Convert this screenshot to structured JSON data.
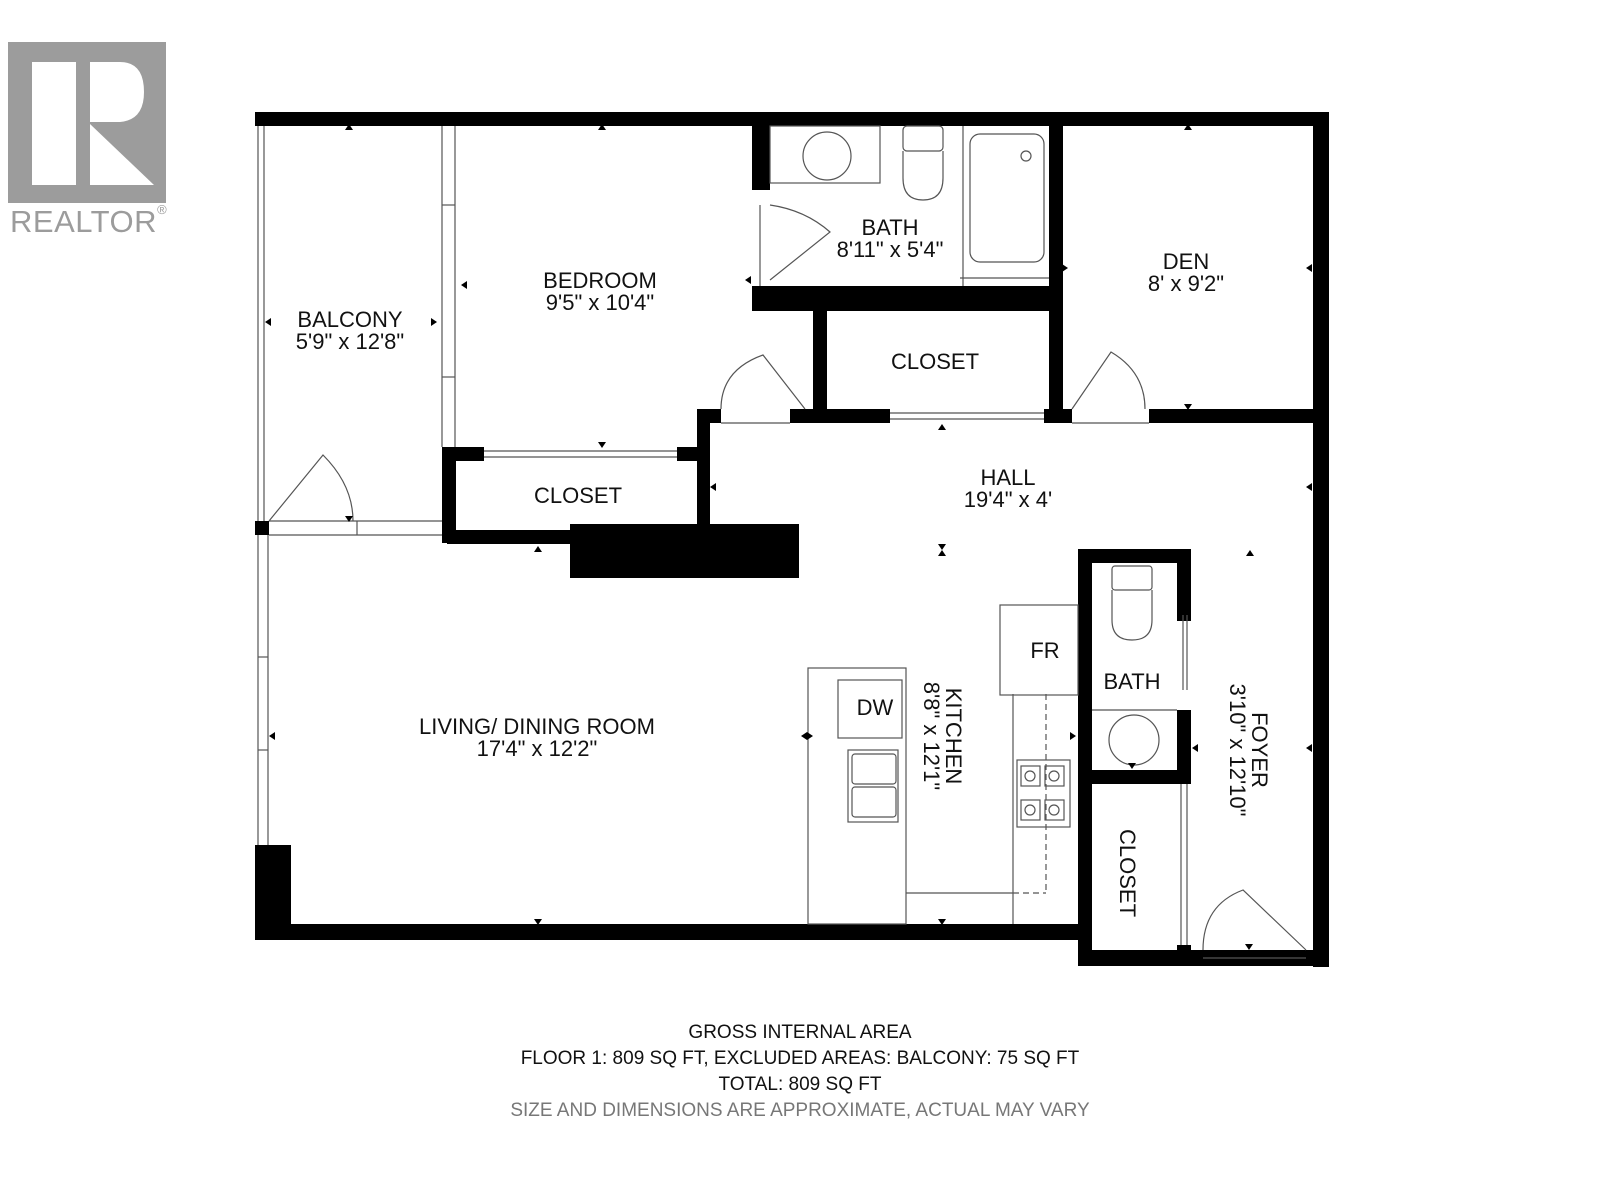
{
  "logo": {
    "brand": "REALTOR",
    "registered_mark": "®",
    "color": "#9c9c9c"
  },
  "rooms": [
    {
      "id": "balcony",
      "name": "BALCONY",
      "dimensions": "5'9\" x 12'8\""
    },
    {
      "id": "bedroom",
      "name": "BEDROOM",
      "dimensions": "9'5\" x 10'4\""
    },
    {
      "id": "bath_main",
      "name": "BATH",
      "dimensions": "8'11\" x 5'4\""
    },
    {
      "id": "den",
      "name": "DEN",
      "dimensions": "8' x 9'2\""
    },
    {
      "id": "closet_hall",
      "name": "CLOSET"
    },
    {
      "id": "closet_bedroom",
      "name": "CLOSET"
    },
    {
      "id": "hall",
      "name": "HALL",
      "dimensions": "19'4\" x 4'"
    },
    {
      "id": "living_dining",
      "name": "LIVING/ DINING ROOM",
      "dimensions": "17'4\" x 12'2\""
    },
    {
      "id": "kitchen",
      "name": "KITCHEN",
      "dimensions": "8'8\" x 12'1\""
    },
    {
      "id": "bath_half",
      "name": "BATH"
    },
    {
      "id": "foyer",
      "name": "FOYER",
      "dimensions": "3'10\" x 12'10\""
    },
    {
      "id": "closet_foyer",
      "name": "CLOSET"
    }
  ],
  "appliances": {
    "fridge": "FR",
    "dishwasher": "DW"
  },
  "footer": {
    "title": "GROSS INTERNAL AREA",
    "floor_line": "FLOOR 1: 809 SQ FT, EXCLUDED AREAS: BALCONY: 75 SQ FT",
    "total_line": "TOTAL: 809 SQ FT",
    "disclaimer": "SIZE AND DIMENSIONS ARE APPROXIMATE, ACTUAL MAY VARY"
  },
  "colors": {
    "wall": "#000000",
    "line": "#555555",
    "text": "#111111",
    "disclaimer": "#777777"
  }
}
